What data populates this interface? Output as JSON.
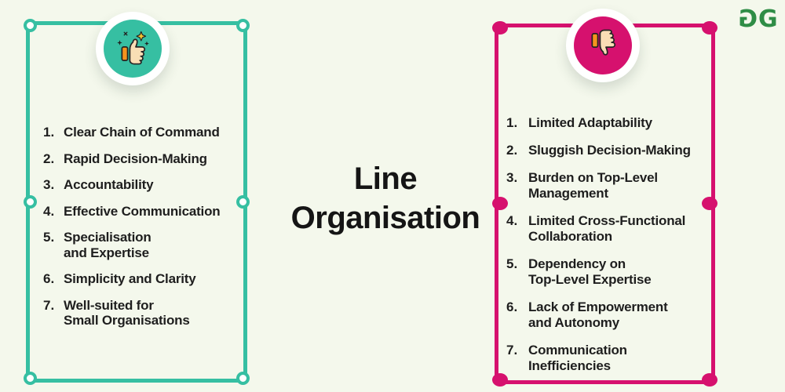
{
  "title": {
    "text": "Line\nOrganisation"
  },
  "logo": {
    "glyph": "G"
  },
  "colors": {
    "teal": "#36BFA2",
    "pink": "#D6116E",
    "bg": "#F4F8EC",
    "ink": "#1E1E1E",
    "logo-green": "#2F8D46",
    "hand": "#F9DEB5",
    "cuff": "#F5941E",
    "star": "#F4C430"
  },
  "advantages": {
    "icon": "thumbs-up-icon",
    "items": [
      {
        "num": "1.",
        "text": "Clear Chain of Command"
      },
      {
        "num": "2.",
        "text": "Rapid Decision-Making"
      },
      {
        "num": "3.",
        "text": "Accountability"
      },
      {
        "num": "4.",
        "text": "Effective Communication"
      },
      {
        "num": "5.",
        "text": "Specialisation\nand Expertise"
      },
      {
        "num": "6.",
        "text": "Simplicity and Clarity"
      },
      {
        "num": "7.",
        "text": "Well-suited for\nSmall Organisations"
      }
    ]
  },
  "disadvantages": {
    "icon": "thumbs-down-icon",
    "items": [
      {
        "num": "1.",
        "text": "Limited Adaptability"
      },
      {
        "num": "2.",
        "text": "Sluggish Decision-Making"
      },
      {
        "num": "3.",
        "text": "Burden on Top-Level\nManagement"
      },
      {
        "num": "4.",
        "text": "Limited Cross-Functional\nCollaboration"
      },
      {
        "num": "5.",
        "text": "Dependency on\nTop-Level Expertise"
      },
      {
        "num": "6.",
        "text": "Lack of Empowerment\nand Autonomy"
      },
      {
        "num": "7.",
        "text": "Communication\nInefficiencies"
      }
    ]
  }
}
